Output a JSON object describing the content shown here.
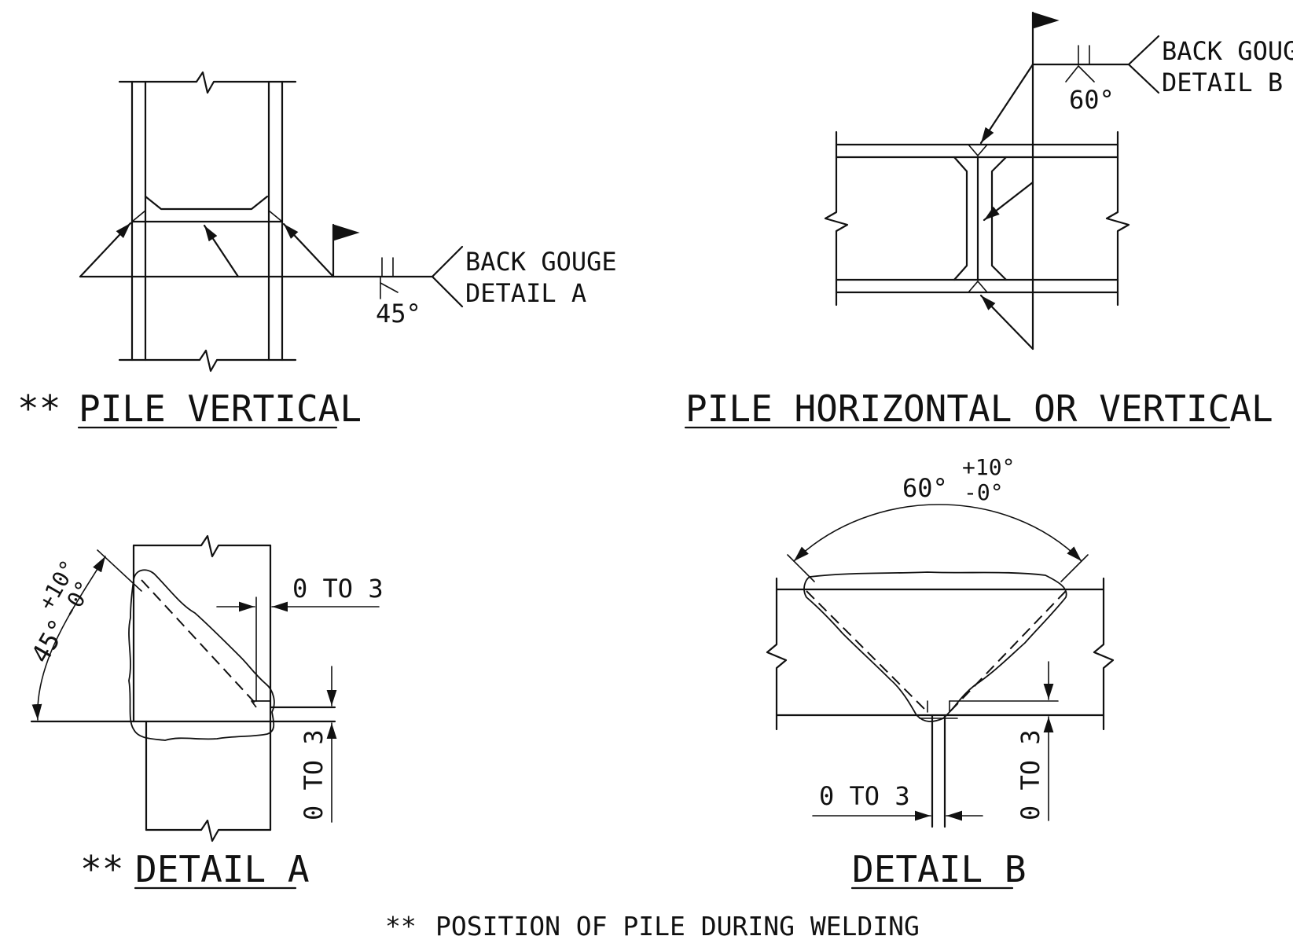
{
  "top_left": {
    "title_prefix": "**",
    "title": "PILE VERTICAL",
    "note_line1": "BACK GOUGE",
    "note_line2": "DETAIL A",
    "angle": "45°"
  },
  "top_right": {
    "title": "PILE HORIZONTAL OR VERTICAL",
    "note_line1": "BACK GOUGE",
    "note_line2": "DETAIL B",
    "angle": "60°"
  },
  "detail_a": {
    "title_prefix": "**",
    "title": "DETAIL A",
    "angle_base": "45°",
    "tol_plus": "+10°",
    "tol_minus": "-0°",
    "gap_top": "0 TO 3",
    "gap_side": "0 TO 3"
  },
  "detail_b": {
    "title": "DETAIL B",
    "angle_base": "60°",
    "tol_plus": "+10°",
    "tol_minus": "-0°",
    "gap_bottom": "0 TO 3",
    "gap_side": "0 TO 3"
  },
  "footnote": {
    "prefix": "**",
    "text": "POSITION OF PILE DURING WELDING"
  }
}
